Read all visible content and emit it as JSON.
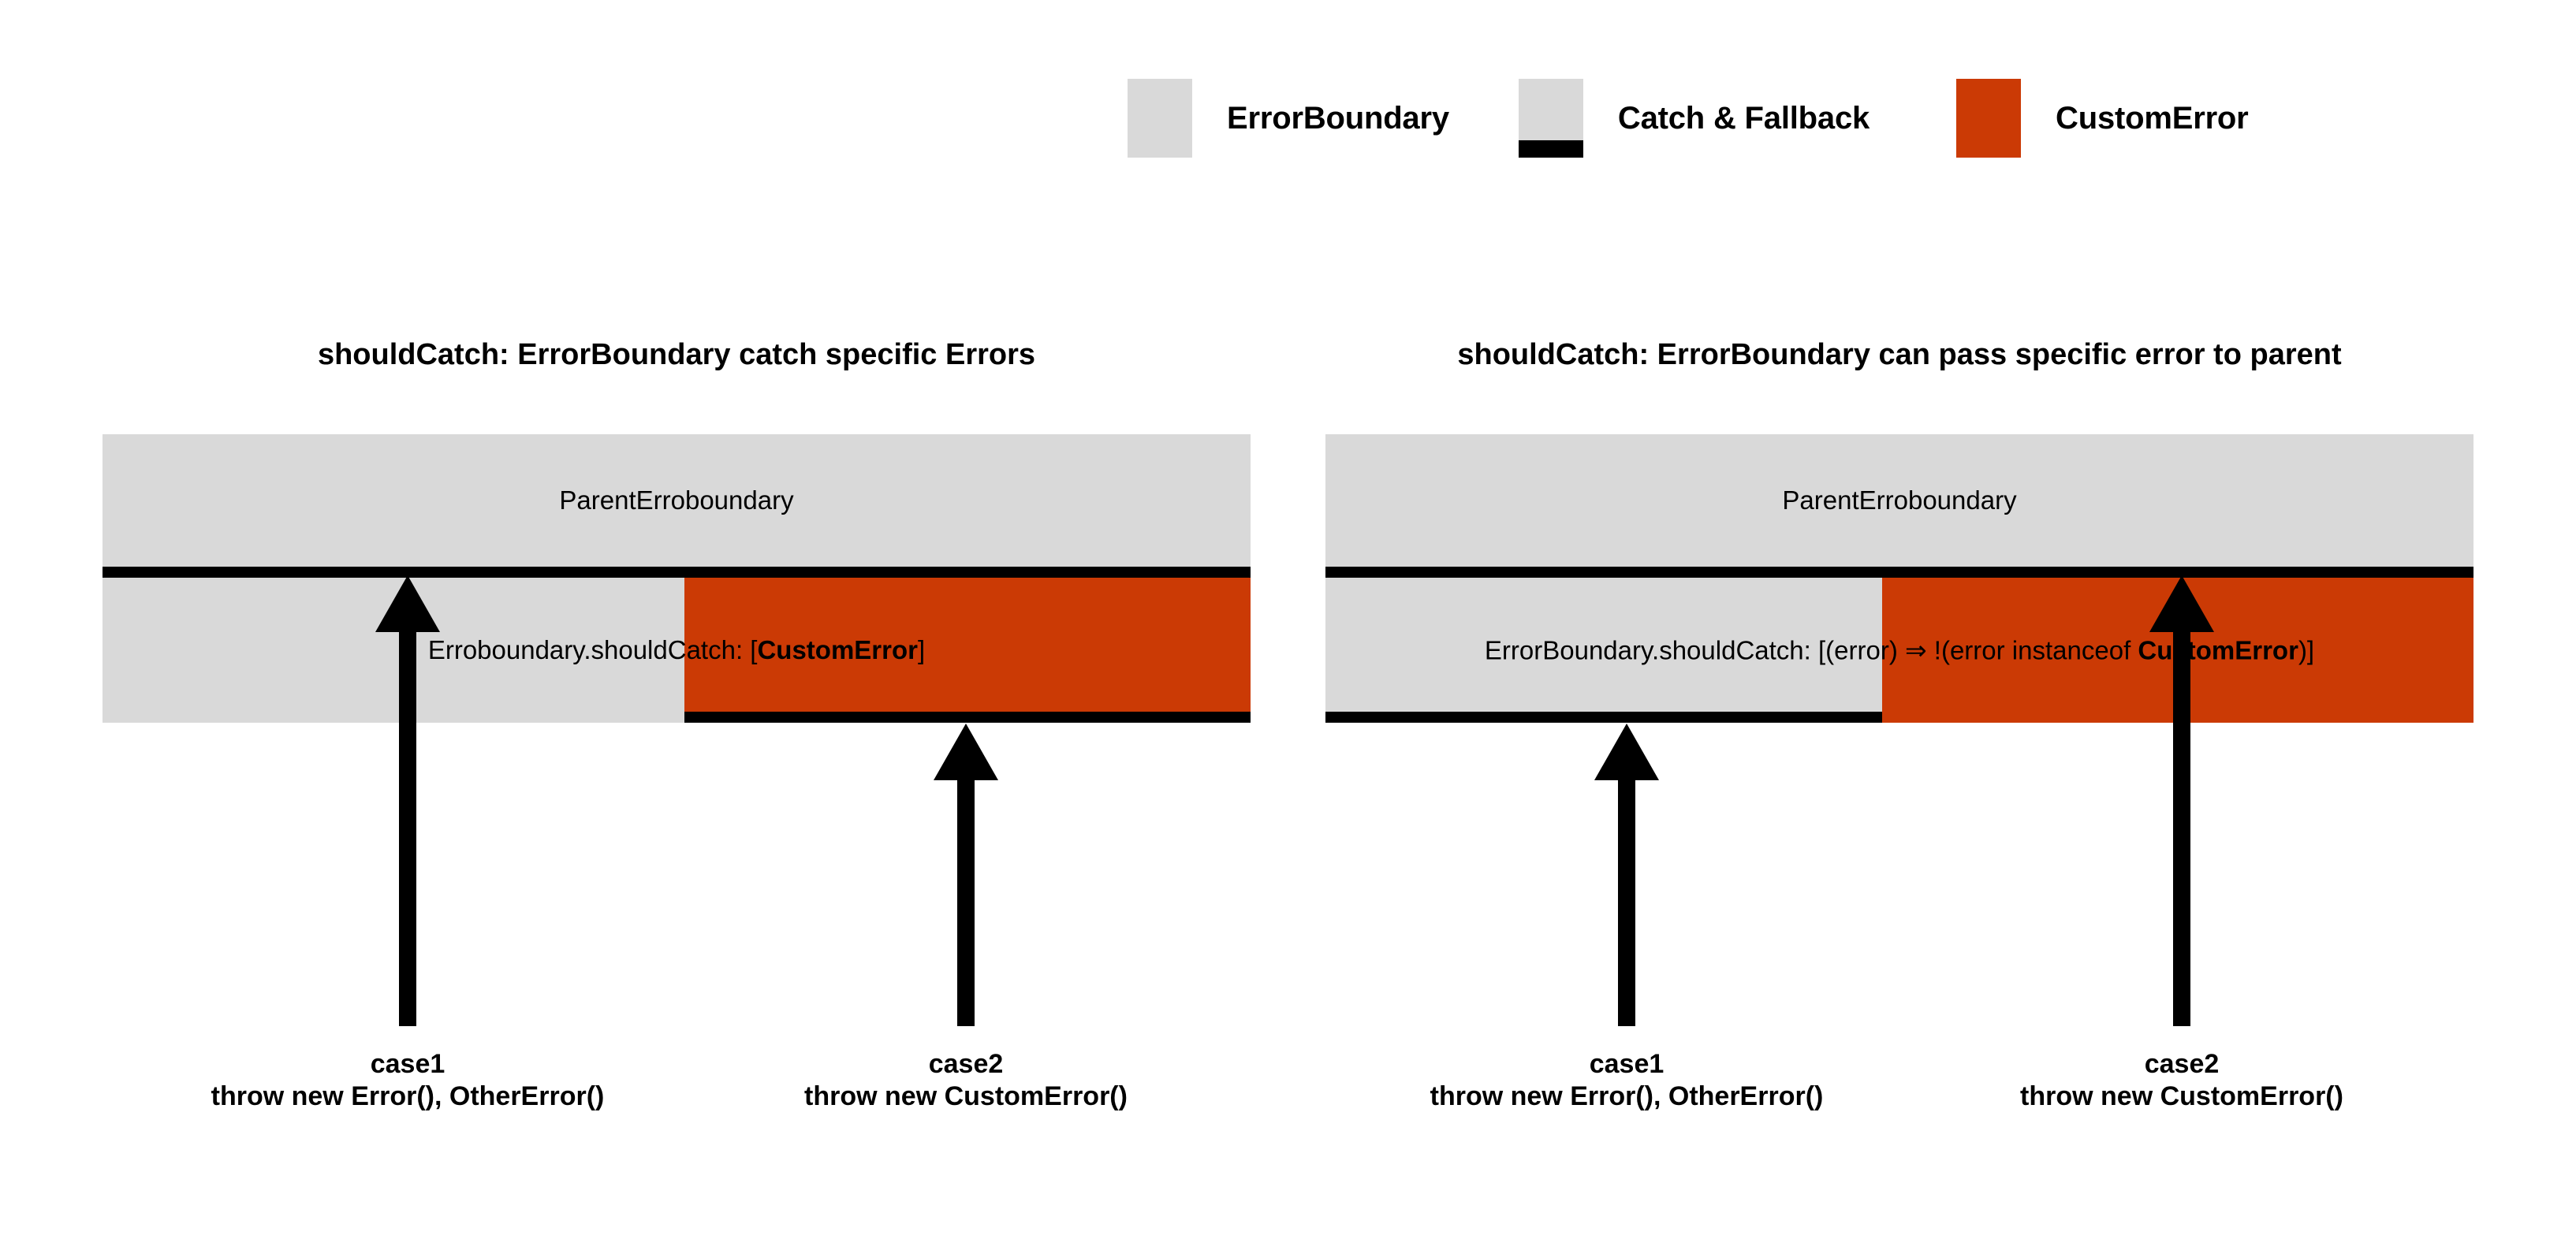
{
  "legend": {
    "items": [
      {
        "label": "ErrorBoundary",
        "icon": "gray-square-swatch",
        "color": "#d9d9d9"
      },
      {
        "label": "Catch & Fallback",
        "icon": "gray-square-with-black-bar-swatch",
        "color": "#d9d9d9",
        "bar_color": "#000000"
      },
      {
        "label": "CustomError",
        "icon": "orange-square-swatch",
        "color": "#cb3a05"
      }
    ]
  },
  "panels": [
    {
      "title": "shouldCatch: ErrorBoundary catch specific Errors",
      "parent_label": "ParentErroboundary",
      "child_text_prefix": "Erroboundary.shouldCatch: [",
      "child_text_bold": "CustomError",
      "child_text_suffix": "]",
      "cases": [
        {
          "name": "case1",
          "code": "throw new Error(), OtherError()"
        },
        {
          "name": "case2",
          "code": "throw new CustomError()"
        }
      ]
    },
    {
      "title": "shouldCatch: ErrorBoundary can pass specific error to parent",
      "parent_label": "ParentErroboundary",
      "child_text_prefix": "ErrorBoundary.shouldCatch: [(error) ⇒ !(error instanceof ",
      "child_text_bold": "CustomError",
      "child_text_suffix": ")]",
      "cases": [
        {
          "name": "case1",
          "code": "throw new Error(), OtherError()"
        },
        {
          "name": "case2",
          "code": "throw new CustomError()"
        }
      ]
    }
  ],
  "colors": {
    "error_boundary": "#d9d9d9",
    "custom_error": "#cb3a05",
    "catch_bar": "#000000",
    "background": "#ffffff"
  }
}
